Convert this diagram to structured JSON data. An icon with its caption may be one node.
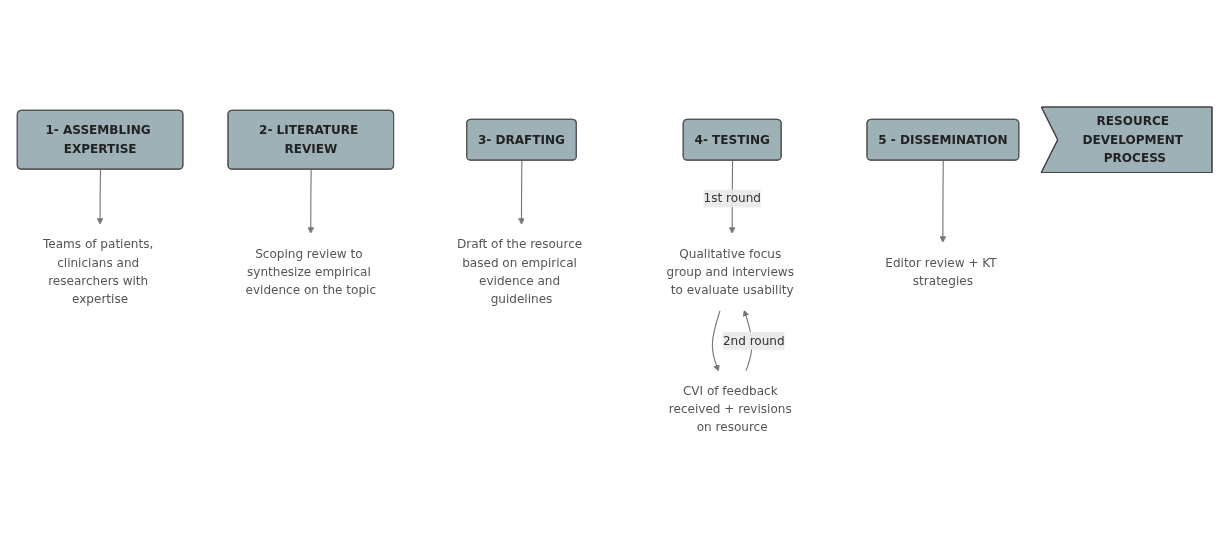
{
  "diagram": {
    "nodes": [
      {
        "text": [
          "1- ASSEMBLING EXPERTISE"
        ]
      },
      {
        "text": [
          "2- LITERATURE REVIEW"
        ]
      },
      {
        "text": [
          "3- DRAFTING"
        ]
      },
      {
        "text": [
          "4- TESTING"
        ]
      },
      {
        "text": [
          "5 - DISSEMINATION"
        ]
      },
      {
        "text": [
          "Teams of patients, clinicians and researchers with expertise"
        ]
      },
      {
        "text": [
          "Scoping review to synthesize empirical evidence on the topic"
        ]
      },
      {
        "text": [
          "Draft of the resource based on empirical evidence and guidelines"
        ]
      },
      {
        "text": [
          "Qualitative focus group and interviews to evaluate usability"
        ]
      },
      {
        "text": [
          "Editor review + KT strategies"
        ]
      },
      {
        "text": [
          "CVI of feedback received + revisions on resource"
        ]
      },
      {
        "text": [
          "RESOURCE DEVELOPMENT PROCESS"
        ]
      }
    ],
    "edges": [
      {
        "from": 0,
        "to": 5,
        "arrow": "to"
      },
      {
        "from": 1,
        "to": 6,
        "arrow": "to"
      },
      {
        "from": 2,
        "to": 7,
        "arrow": "to"
      },
      {
        "from": 3,
        "to": 8,
        "arrow": "to",
        "label": "1st round"
      },
      {
        "from": 4,
        "to": 9,
        "arrow": "to"
      },
      {
        "from": 8,
        "to": 10,
        "arrow": "to"
      },
      {
        "from": 10,
        "to": 8,
        "arrow": "to",
        "label": "2nd round"
      }
    ]
  }
}
